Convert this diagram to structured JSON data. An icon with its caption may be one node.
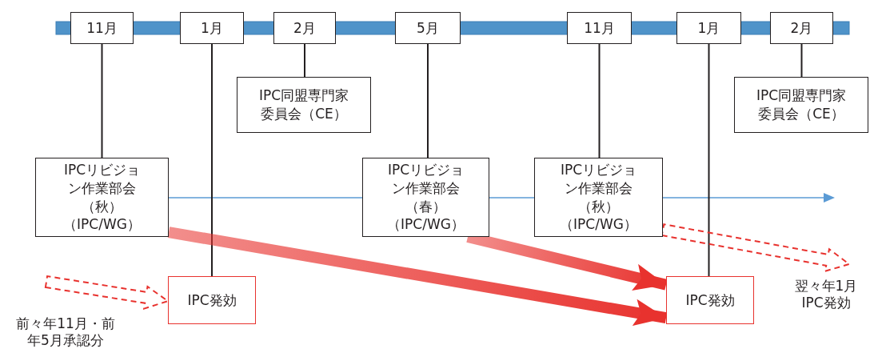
{
  "diagram": {
    "nodes": [
      {
        "text": [
          "11月"
        ]
      },
      {
        "text": [
          "1月"
        ]
      },
      {
        "text": [
          "2月"
        ]
      },
      {
        "text": [
          "5月"
        ]
      },
      {
        "text": [
          "11月"
        ]
      },
      {
        "text": [
          "1月"
        ]
      },
      {
        "text": [
          "2月"
        ]
      },
      {
        "text": [
          "IPC同盟専門家委員会（CE）"
        ]
      },
      {
        "text": [
          "IPC同盟専門家委員会（CE）"
        ]
      },
      {
        "text": [
          "IPCリビジョン作業部会（秋）（IPC/WG）"
        ]
      },
      {
        "text": [
          "IPCリビジョン作業部会（春）（IPC/WG）"
        ]
      },
      {
        "text": [
          "IPCリビジョン作業部会（秋）（IPC/WG）"
        ]
      },
      {
        "text": [
          "IPC発効"
        ]
      },
      {
        "text": [
          "IPC発効"
        ]
      }
    ],
    "edges": [
      {
        "from": 0,
        "to": 9,
        "arrow": "none"
      },
      {
        "from": 1,
        "to": 12,
        "arrow": "none"
      },
      {
        "from": 2,
        "to": 7,
        "arrow": "none"
      },
      {
        "from": 3,
        "to": 10,
        "arrow": "none"
      },
      {
        "from": 4,
        "to": 11,
        "arrow": "none"
      },
      {
        "from": 5,
        "to": 13,
        "arrow": "none"
      },
      {
        "from": 6,
        "to": 8,
        "arrow": "none"
      },
      {
        "from": 9,
        "to": 13,
        "arrow": "to",
        "style": "thick",
        "color": "#e8322e"
      },
      {
        "from": 10,
        "to": 13,
        "arrow": "to",
        "style": "thick",
        "color": "#e8322e"
      },
      {
        "from": null,
        "to": 12,
        "arrow": "to",
        "style": "dashed",
        "color": "#e8322e"
      },
      {
        "from": 11,
        "to": null,
        "arrow": "to",
        "style": "dashed",
        "color": "#e8322e"
      }
    ],
    "labels": [
      "前々年11月・前年5月承認分",
      "翌々年1月 IPC発効"
    ]
  }
}
